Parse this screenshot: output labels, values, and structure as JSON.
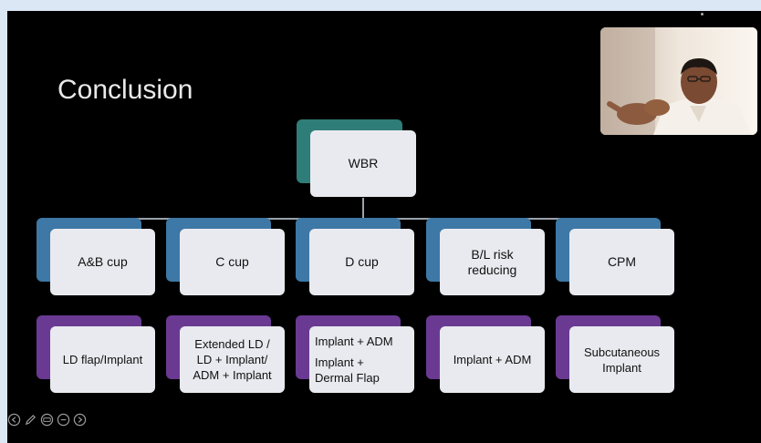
{
  "slide": {
    "title": "Conclusion",
    "root": {
      "label": "WBR"
    },
    "categories": [
      {
        "label": "A&B cup"
      },
      {
        "label": "C cup"
      },
      {
        "label": "D cup"
      },
      {
        "label": "B/L risk reducing"
      },
      {
        "label": "CPM"
      }
    ],
    "options": [
      {
        "lines": [
          "LD flap/Implant"
        ]
      },
      {
        "lines": [
          "Extended LD /",
          "LD + Implant/",
          "ADM + Implant"
        ]
      },
      {
        "lines": [
          "Implant + ADM",
          "",
          "Implant +",
          "Dermal Flap"
        ]
      },
      {
        "lines": [
          "Implant + ADM"
        ]
      },
      {
        "lines": [
          "Subcutaneous",
          "Implant"
        ]
      }
    ]
  },
  "colors": {
    "root_back": "#2f7d78",
    "category_back": "#3d78a6",
    "option_back": "#6a3a92",
    "box_fill": "#e9eaef",
    "connector": "#9aa2aa"
  },
  "toolbar": {
    "icons": [
      "previous-icon",
      "pen-icon",
      "captions-icon",
      "minus-circle-icon",
      "next-icon"
    ]
  },
  "webcam": {
    "icon": "presenter-video-icon"
  }
}
